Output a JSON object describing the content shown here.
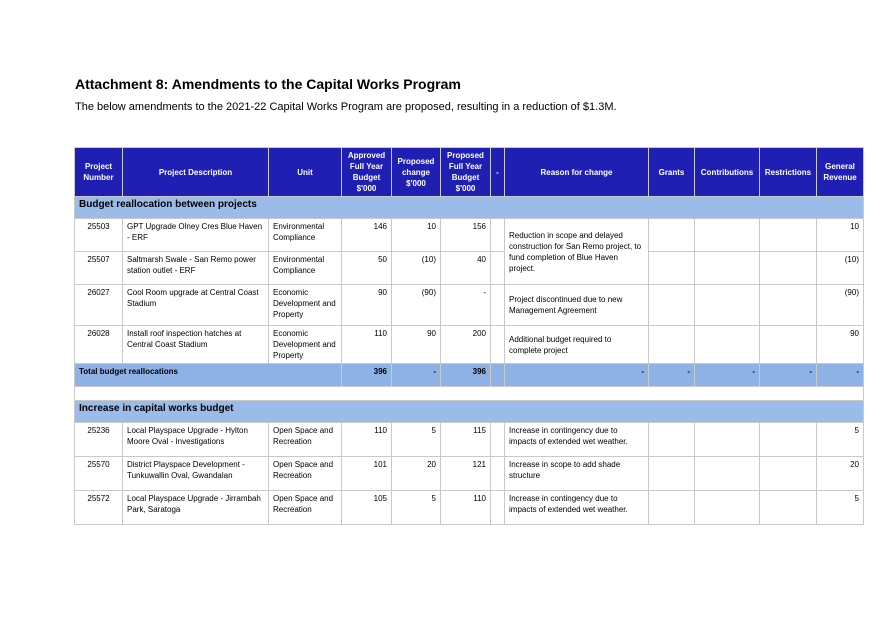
{
  "heading": "Attachment 8: Amendments to the Capital Works Program",
  "intro": "The below amendments to the 2021-22 Capital Works Program are proposed, resulting in a reduction of $1.3M.",
  "headers": {
    "project_number": "Project Number",
    "project_description": "Project Description",
    "unit": "Unit",
    "approved": "Approved Full Year Budget $'000",
    "proposed_change": "Proposed change $'000",
    "proposed_budget": "Proposed Full Year Budget $'000",
    "blank": "-",
    "reason": "Reason for change",
    "grants": "Grants",
    "contributions": "Contributions",
    "restrictions": "Restrictions",
    "general_revenue": "General Revenue"
  },
  "section1": {
    "title": "Budget reallocation between projects",
    "rows": [
      {
        "number": "25503",
        "description": "GPT Upgrade Olney Cres Blue Haven - ERF",
        "unit": "Environmental Compliance",
        "approved": "146",
        "change": "10",
        "proposed": "156",
        "general_revenue": "10"
      },
      {
        "number": "25507",
        "description": "Saltmarsh Swale - San Remo power station outlet - ERF",
        "unit": "Environmental Compliance",
        "approved": "50",
        "change": "(10)",
        "proposed": "40",
        "general_revenue": "(10)"
      },
      {
        "number": "26027",
        "description": "Cool Room upgrade at Central Coast Stadium",
        "unit": "Economic Development and Property",
        "approved": "90",
        "change": "(90)",
        "proposed": "-",
        "general_revenue": "(90)"
      },
      {
        "number": "26028",
        "description": "Install roof inspection hatches at Central Coast Stadium",
        "unit": "Economic Development and Property",
        "approved": "110",
        "change": "90",
        "proposed": "200",
        "general_revenue": "90"
      }
    ],
    "reasons": [
      "Reduction in scope and delayed construction for San Remo project, to fund completion of Blue Haven project.",
      "Project discontinued due to new Management Agreement",
      "Additional budget required to complete project"
    ],
    "total": {
      "label": "Total budget reallocations",
      "approved": "396",
      "change": "-",
      "proposed": "396",
      "reason": "-",
      "grants": "-",
      "contributions": "-",
      "restrictions": "-",
      "general_revenue": "-"
    }
  },
  "section2": {
    "title": "Increase in capital works budget",
    "rows": [
      {
        "number": "25236",
        "description": "Local Playspace Upgrade - Hylton Moore Oval - Investigations",
        "unit": "Open Space and Recreation",
        "approved": "110",
        "change": "5",
        "proposed": "115",
        "reason": "Increase in contingency due to impacts of extended wet weather.",
        "general_revenue": "5"
      },
      {
        "number": "25570",
        "description": "District Playspace Development - Tunkuwallin Oval, Gwandalan",
        "unit": "Open Space and Recreation",
        "approved": "101",
        "change": "20",
        "proposed": "121",
        "reason": "Increase in scope to add shade structure",
        "general_revenue": "20"
      },
      {
        "number": "25572",
        "description": "Local Playspace Upgrade - Jirrambah Park, Saratoga",
        "unit": "Open Space and Recreation",
        "approved": "105",
        "change": "5",
        "proposed": "110",
        "reason": "Increase in contingency due to impacts of extended wet weather.",
        "general_revenue": "5"
      }
    ]
  }
}
